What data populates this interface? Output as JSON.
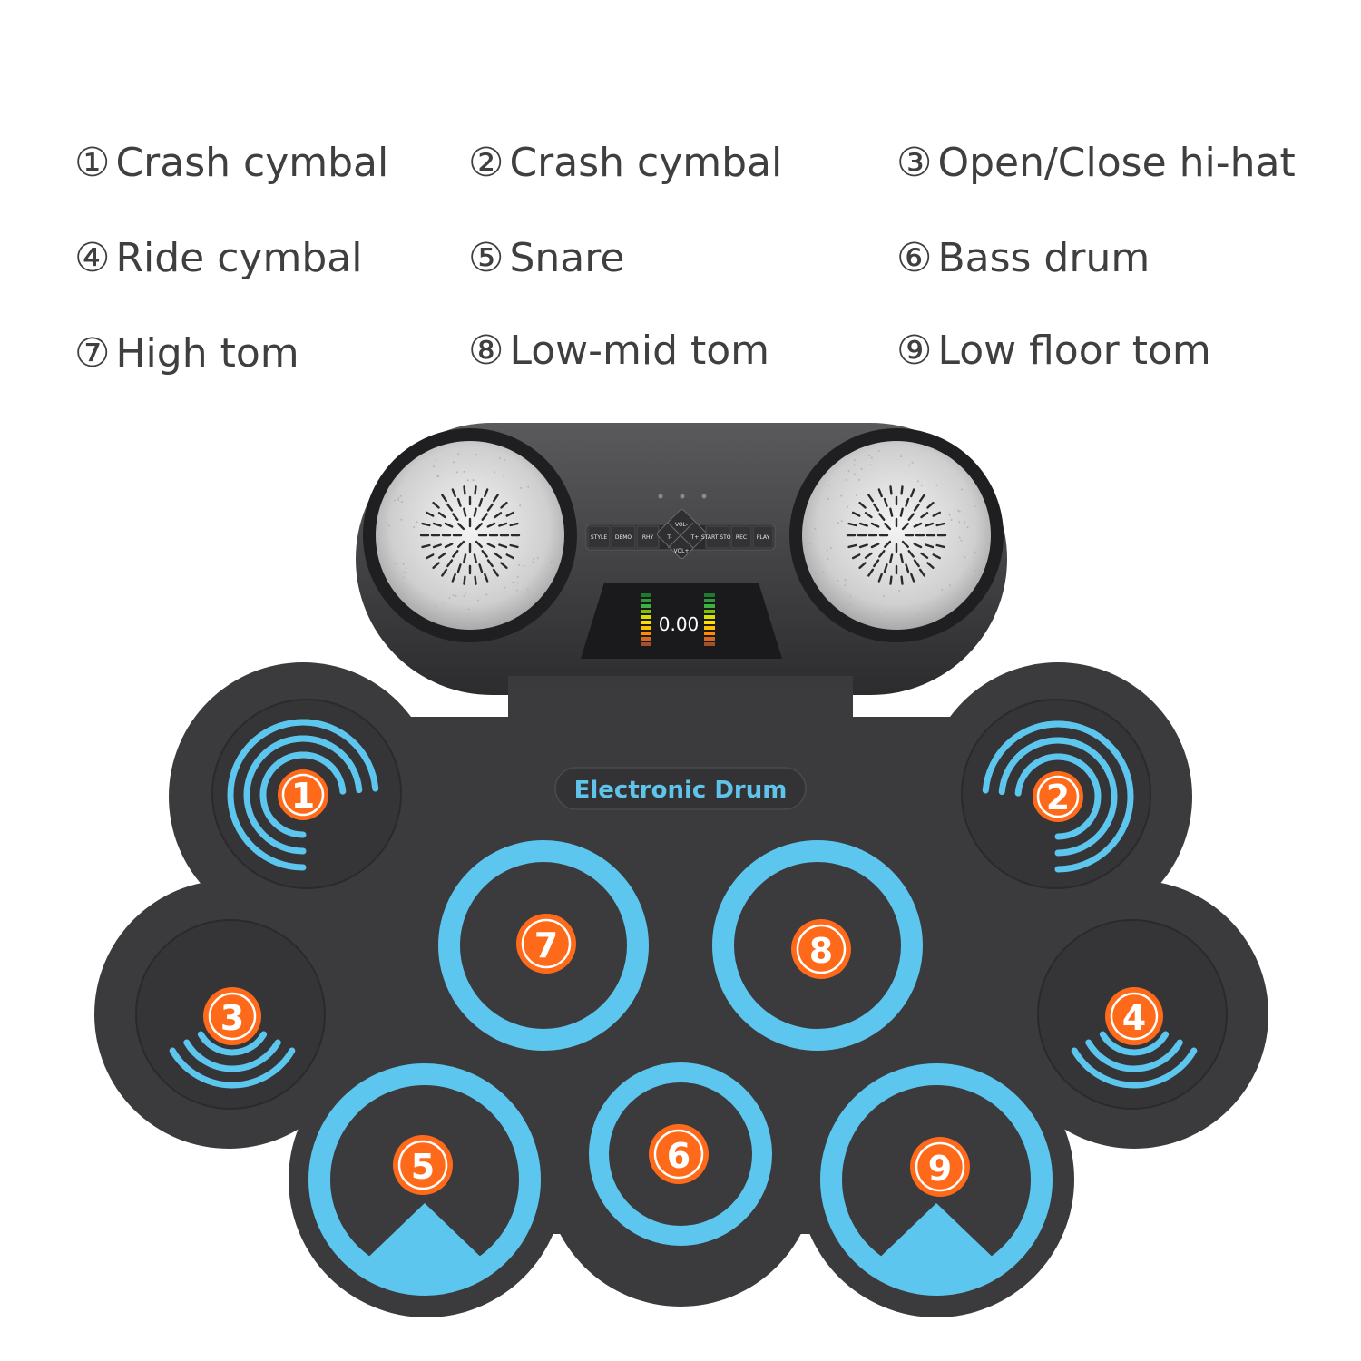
{
  "legend": [
    {
      "num": "①",
      "label": "Crash cymbal"
    },
    {
      "num": "②",
      "label": "Crash cymbal"
    },
    {
      "num": "③",
      "label": "Open/Close hi-hat"
    },
    {
      "num": "④",
      "label": "Ride cymbal"
    },
    {
      "num": "⑤",
      "label": "Snare"
    },
    {
      "num": "⑥",
      "label": "Bass drum"
    },
    {
      "num": "⑦",
      "label": "High tom"
    },
    {
      "num": "⑧",
      "label": "Low-mid tom"
    },
    {
      "num": "⑨",
      "label": "Low floor tom"
    }
  ],
  "device": {
    "badge": "Electronic Drum",
    "display": "0.00",
    "buttons": [
      "STYLE",
      "DEMO",
      "RHY",
      "START STOP",
      "REC",
      "PLAY"
    ],
    "dpad": {
      "up": "VOL-",
      "down": "VOL+",
      "left": "T-",
      "right": "T+"
    }
  },
  "pads": [
    {
      "num": "1",
      "icon": "cymbal-waves-icon"
    },
    {
      "num": "2",
      "icon": "cymbal-waves-icon"
    },
    {
      "num": "3",
      "icon": "hihat-waves-icon"
    },
    {
      "num": "4",
      "icon": "ride-waves-icon"
    },
    {
      "num": "5",
      "icon": "snare-ring-icon"
    },
    {
      "num": "6",
      "icon": "bass-ring-icon"
    },
    {
      "num": "7",
      "icon": "tom-ring-icon"
    },
    {
      "num": "8",
      "icon": "tom-ring-icon"
    },
    {
      "num": "9",
      "icon": "floor-tom-ring-icon"
    }
  ],
  "colors": {
    "accent_blue": "#5cc6ee",
    "badge_orange": "#ff6a1a",
    "body_dark": "#3b3b3d",
    "legend_text": "#3f3f3f"
  }
}
